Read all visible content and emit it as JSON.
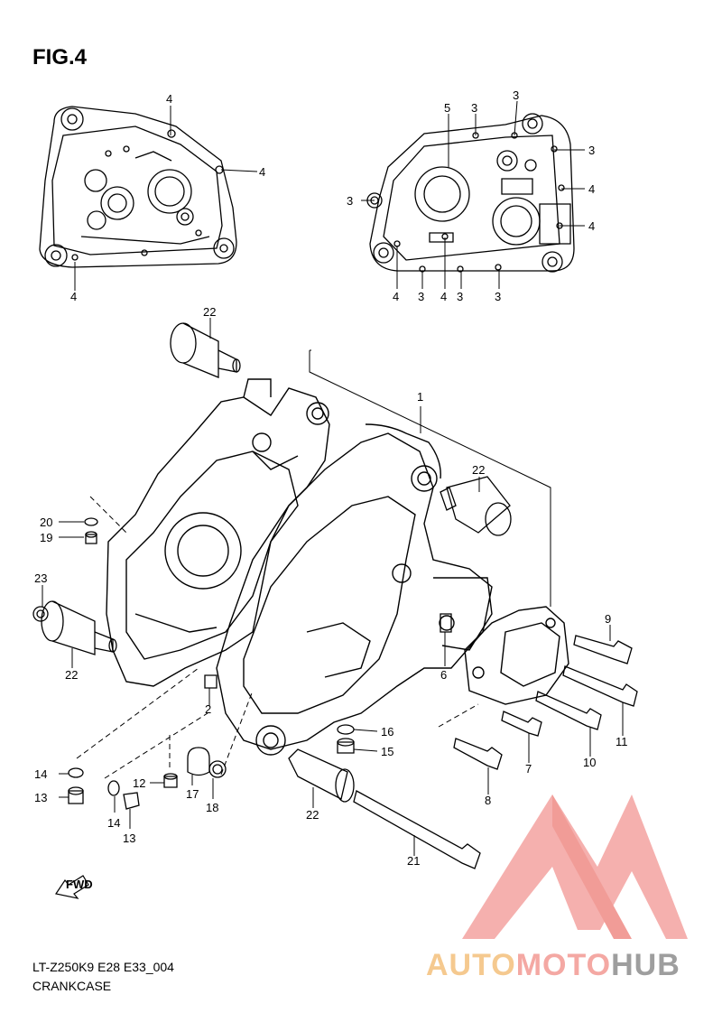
{
  "figure": {
    "title": "FIG.4",
    "code": "LT-Z250K9 E28 E33_004",
    "name": "CRANKCASE"
  },
  "watermark": {
    "part1": "AUTO",
    "part2": "MOTO",
    "part3": "HUB",
    "colors": {
      "auto": "#f5c98f",
      "moto": "#f4a8a3",
      "hub": "#9e9e9e",
      "logo": "#f08080"
    }
  },
  "fwd_label": "FWD",
  "callouts": {
    "l_top": "4",
    "l_right": "4",
    "l_bottom": "4",
    "r_5": "5",
    "r_3a": "3",
    "r_3b": "3",
    "r_3c": "3",
    "r_3d": "3",
    "r_4a": "4",
    "r_4b": "4",
    "r_4c": "4",
    "r_4d": "4",
    "r_3e": "3",
    "r_3f": "3",
    "r_3g": "3",
    "p1": "1",
    "p2": "2",
    "p6": "6",
    "p22a": "22",
    "p22b": "22",
    "p22c": "22",
    "p22d": "22",
    "p20": "20",
    "p19": "19",
    "p23": "23",
    "p9": "9",
    "p11": "11",
    "p10": "10",
    "p7": "7",
    "p8": "8",
    "p16": "16",
    "p15": "15",
    "p21": "21",
    "p14a": "14",
    "p13a": "13",
    "p12": "12",
    "p17": "17",
    "p18": "18",
    "p14b": "14",
    "p13b": "13"
  }
}
